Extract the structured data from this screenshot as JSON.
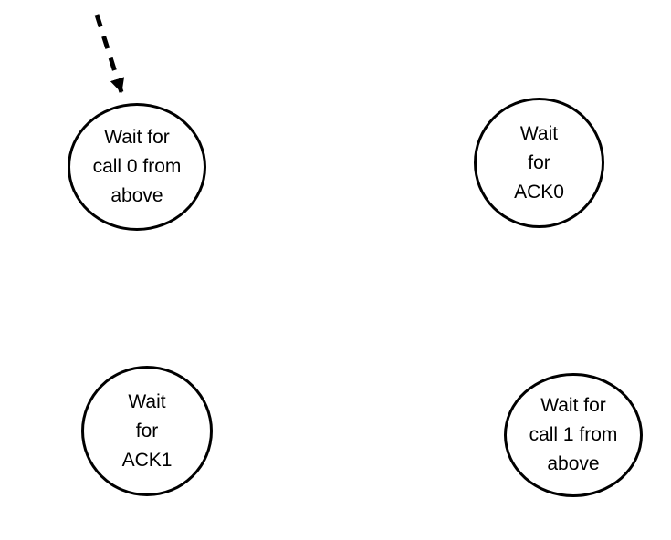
{
  "diagram": {
    "type": "finite-state-machine",
    "colors": {
      "background": "#ffffff",
      "state_stroke": "#000000",
      "text": "#000000",
      "arrow": "#000000"
    },
    "states": [
      {
        "id": "wait-call-0",
        "label": "Wait for\ncall 0 from\nabove",
        "position": "top-left",
        "initial": true
      },
      {
        "id": "wait-ack0",
        "label": "Wait\nfor\nACK0",
        "position": "top-right",
        "initial": false
      },
      {
        "id": "wait-ack1",
        "label": "Wait\nfor\nACK1",
        "position": "bottom-left",
        "initial": false
      },
      {
        "id": "wait-call-1",
        "label": "Wait for\ncall 1 from\nabove",
        "position": "bottom-right",
        "initial": false
      }
    ],
    "initial_arrow": {
      "style": "dashed",
      "points_to": "wait-call-0"
    }
  }
}
